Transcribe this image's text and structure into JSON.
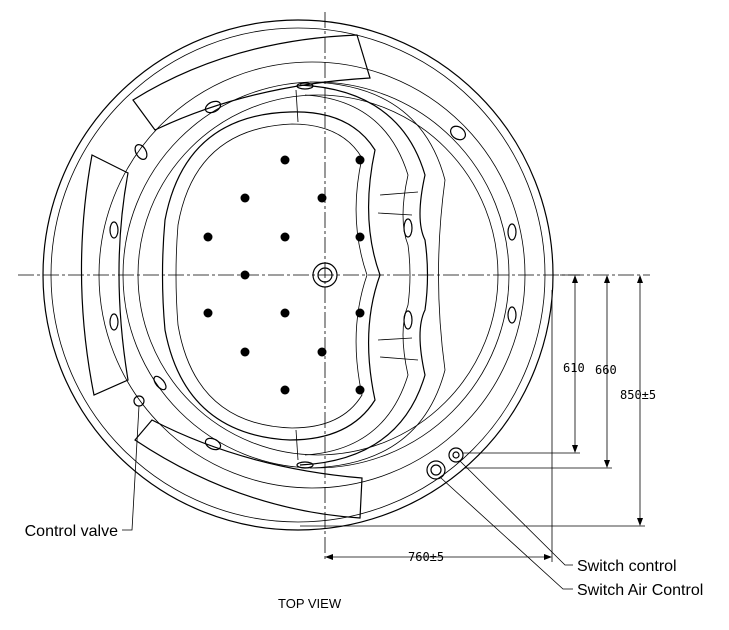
{
  "labels": {
    "control_valve": "Control valve",
    "switch_control": "Switch control",
    "switch_air_control": "Switch Air Control",
    "view_caption": "TOP VIEW"
  },
  "dimensions": {
    "d610": "610",
    "d660": "660",
    "d850": "850±5",
    "d760": "760±5"
  },
  "colors": {
    "line": "#000000",
    "background": "#ffffff"
  }
}
